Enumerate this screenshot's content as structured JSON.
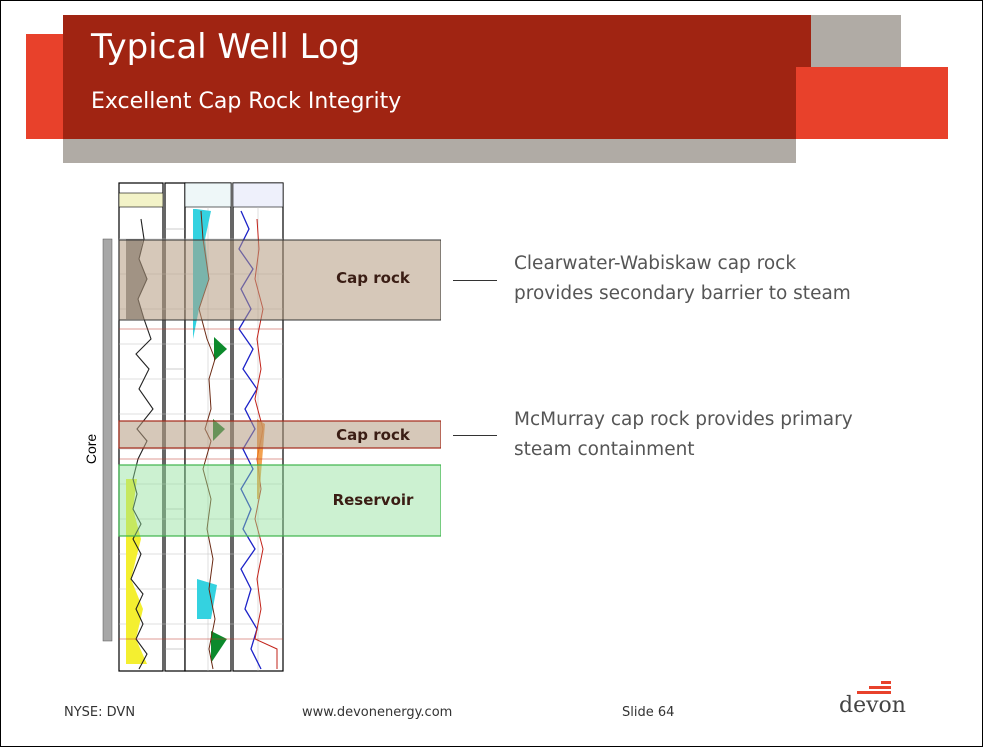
{
  "slide": {
    "title": "Typical Well Log",
    "subtitle": "Excellent Cap Rock Integrity"
  },
  "log": {
    "core_label": "Core",
    "boxes": {
      "cap_rock_upper": "Cap rock",
      "cap_rock_lower": "Cap rock",
      "reservoir": "Reservoir"
    }
  },
  "callouts": {
    "upper": {
      "line1": "Clearwater-Wabiskaw cap rock",
      "line2": "provides secondary barrier to steam"
    },
    "lower": {
      "line1": "McMurray cap rock provides primary",
      "line2": "steam containment"
    }
  },
  "footer": {
    "ticker": "NYSE: DVN",
    "website": "www.devonenergy.com",
    "slide_number": "Slide 64"
  },
  "logo": {
    "text": "devon"
  },
  "colors": {
    "header": "#a02412",
    "accent": "#e8412b",
    "gray": "#b0aba5",
    "cap_rock_border": "#a52a1a",
    "reservoir_border": "#3cb44b"
  }
}
